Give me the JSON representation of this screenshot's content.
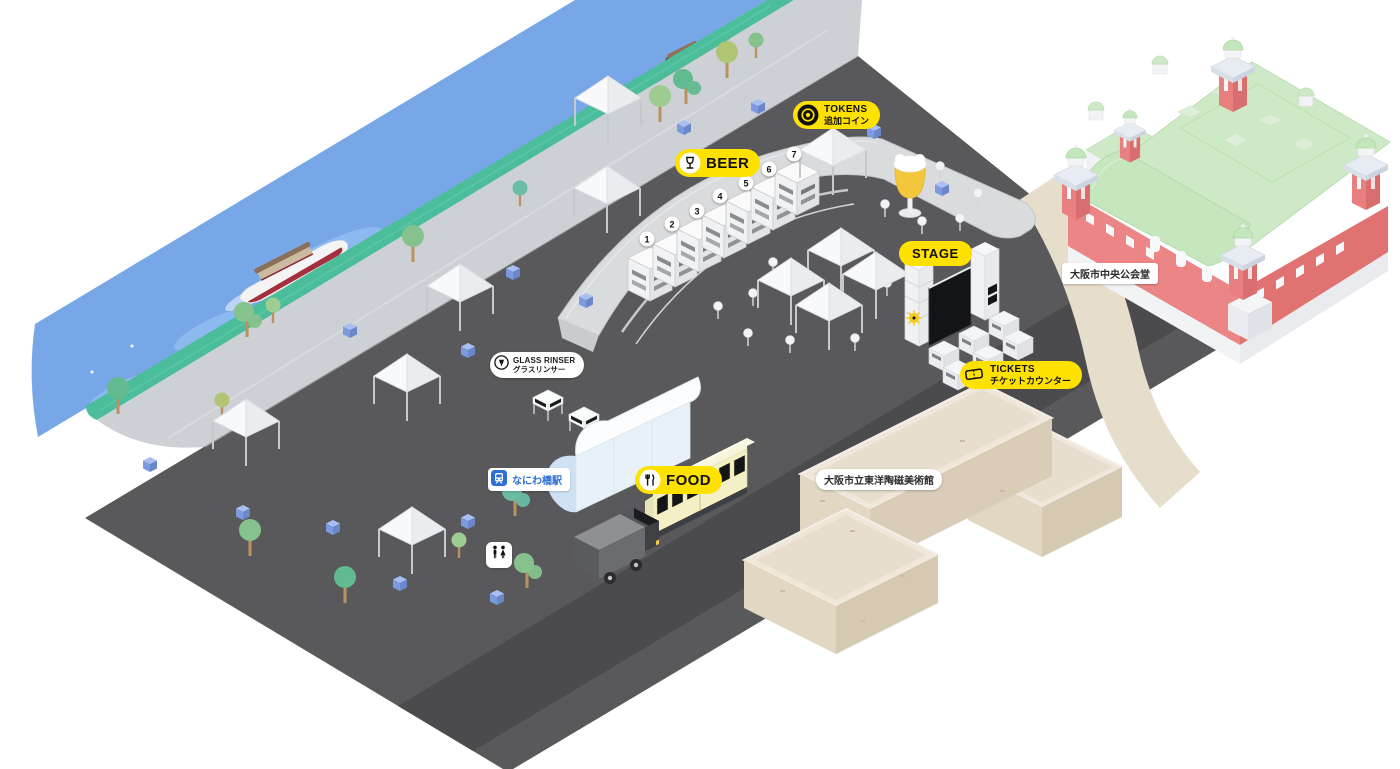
{
  "map_labels": {
    "tokens": {
      "title": "TOKENS",
      "subtitle": "追加コイン"
    },
    "beer": {
      "title": "BEER"
    },
    "stage": {
      "title": "STAGE"
    },
    "tickets": {
      "title": "TICKETS",
      "subtitle": "チケットカウンター"
    },
    "glass_rinser": {
      "title": "GLASS RINSER",
      "subtitle": "グラスリンサー"
    },
    "station": {
      "title": "なにわ橋駅"
    },
    "food": {
      "title": "FOOD"
    },
    "public_hall": {
      "title": "大阪市中央公会堂"
    },
    "museum": {
      "title": "大阪市立東洋陶磁美術館"
    }
  },
  "beer_stalls": {
    "numbers": [
      "1",
      "2",
      "3",
      "4",
      "5",
      "6",
      "7"
    ]
  },
  "icons": {
    "tokens": "coin-icon",
    "beer": "beer-glass-icon",
    "tickets": "ticket-icon",
    "glass_rinser": "glass-rinser-icon",
    "station": "train-icon",
    "food": "cutlery-icon",
    "toilet": "restroom-icon"
  },
  "colors": {
    "label_yellow": "#FFE100",
    "label_text": "#111111",
    "water_blue": "#78A7E8",
    "water_light": "#92BCF2",
    "bank_green": "#4BBD9B",
    "promenade_gray": "#CDD1D5",
    "plaza_gray": "#59595B",
    "road_gray": "#4B4B4E",
    "bridge_gray": "#D9DBDD",
    "stone_beige": "#E2D7C3",
    "path_beige": "#E7DDCB",
    "hall_red": "#EC8585",
    "hall_roof_green": "#CDE9C5",
    "station_blue": "#2E6FD6",
    "tram_cream": "#F2F0C4"
  }
}
